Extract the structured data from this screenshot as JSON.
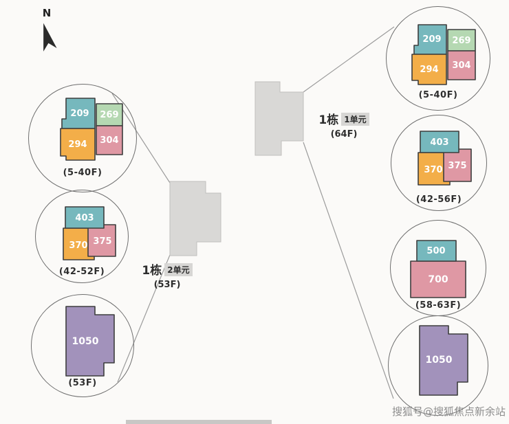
{
  "compass": {
    "label": "N"
  },
  "buildings": {
    "left": {
      "name": "1栋",
      "unit": "2单元",
      "floors": "(53F)"
    },
    "right": {
      "name": "1栋",
      "unit": "1单元",
      "floors": "(64F)"
    }
  },
  "left_circles": [
    {
      "floors": "(5-40F)",
      "units": [
        {
          "area": "209",
          "color": "teal"
        },
        {
          "area": "269",
          "color": "green"
        },
        {
          "area": "294",
          "color": "orange"
        },
        {
          "area": "304",
          "color": "pink"
        }
      ]
    },
    {
      "floors": "(42-52F)",
      "units": [
        {
          "area": "403",
          "color": "teal"
        },
        {
          "area": "370",
          "color": "orange"
        },
        {
          "area": "375",
          "color": "pink"
        }
      ]
    },
    {
      "floors": "(53F)",
      "units": [
        {
          "area": "1050",
          "color": "purple"
        }
      ]
    }
  ],
  "right_circles": [
    {
      "floors": "(5-40F)",
      "units": [
        {
          "area": "209",
          "color": "teal"
        },
        {
          "area": "269",
          "color": "green"
        },
        {
          "area": "294",
          "color": "orange"
        },
        {
          "area": "304",
          "color": "pink"
        }
      ]
    },
    {
      "floors": "(42-56F)",
      "units": [
        {
          "area": "403",
          "color": "teal"
        },
        {
          "area": "370",
          "color": "orange"
        },
        {
          "area": "375",
          "color": "pink"
        }
      ]
    },
    {
      "floors": "(58-63F)",
      "units": [
        {
          "area": "500",
          "color": "teal"
        },
        {
          "area": "700",
          "color": "pink"
        }
      ]
    },
    {
      "units": [
        {
          "area": "1050",
          "color": "purple"
        }
      ]
    }
  ],
  "colors": {
    "teal": "#76b8bd",
    "green": "#b5d8b2",
    "orange": "#f3ae49",
    "pink": "#df98a4",
    "purple": "#a292bb",
    "footprint": "#d9d8d6"
  },
  "watermark": "搜狐号@搜狐焦点新余站"
}
